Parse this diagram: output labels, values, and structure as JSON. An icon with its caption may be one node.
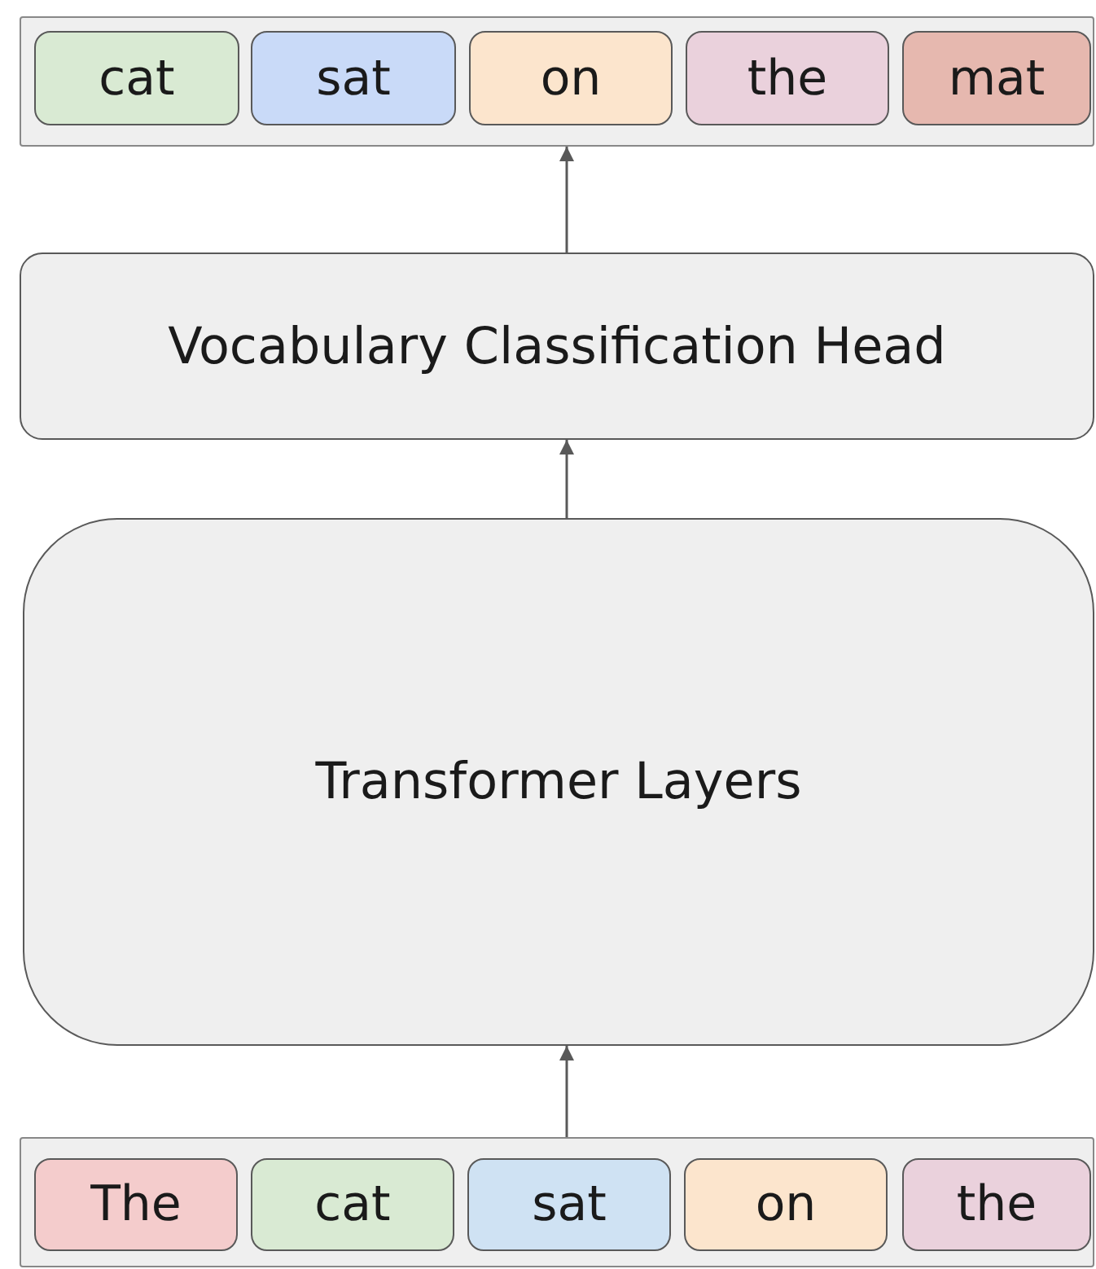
{
  "diagram": {
    "nodes": [
      {
        "text": [],
        "shape": "box"
      },
      {
        "text": [
          "cat"
        ],
        "in": 0
      },
      {
        "text": [
          "sat"
        ],
        "in": 0
      },
      {
        "text": [
          "on"
        ],
        "in": 0
      },
      {
        "text": [
          "the"
        ],
        "in": 0
      },
      {
        "text": [
          "mat"
        ],
        "in": 0
      },
      {
        "text": [
          "Vocabulary Classification Head"
        ]
      },
      {
        "text": [
          "Transformer Layers"
        ]
      },
      {
        "text": [],
        "shape": "box"
      },
      {
        "text": [
          "The"
        ],
        "in": 8
      },
      {
        "text": [
          "cat"
        ],
        "in": 8
      },
      {
        "text": [
          "sat"
        ],
        "in": 8
      },
      {
        "text": [
          "on"
        ],
        "in": 8
      },
      {
        "text": [
          "the"
        ],
        "in": 8
      }
    ],
    "edges": [
      {
        "from": 8,
        "to": 7,
        "arrow": "to"
      },
      {
        "from": 7,
        "to": 6,
        "arrow": "to"
      },
      {
        "from": 6,
        "to": 0,
        "arrow": "to"
      }
    ]
  }
}
